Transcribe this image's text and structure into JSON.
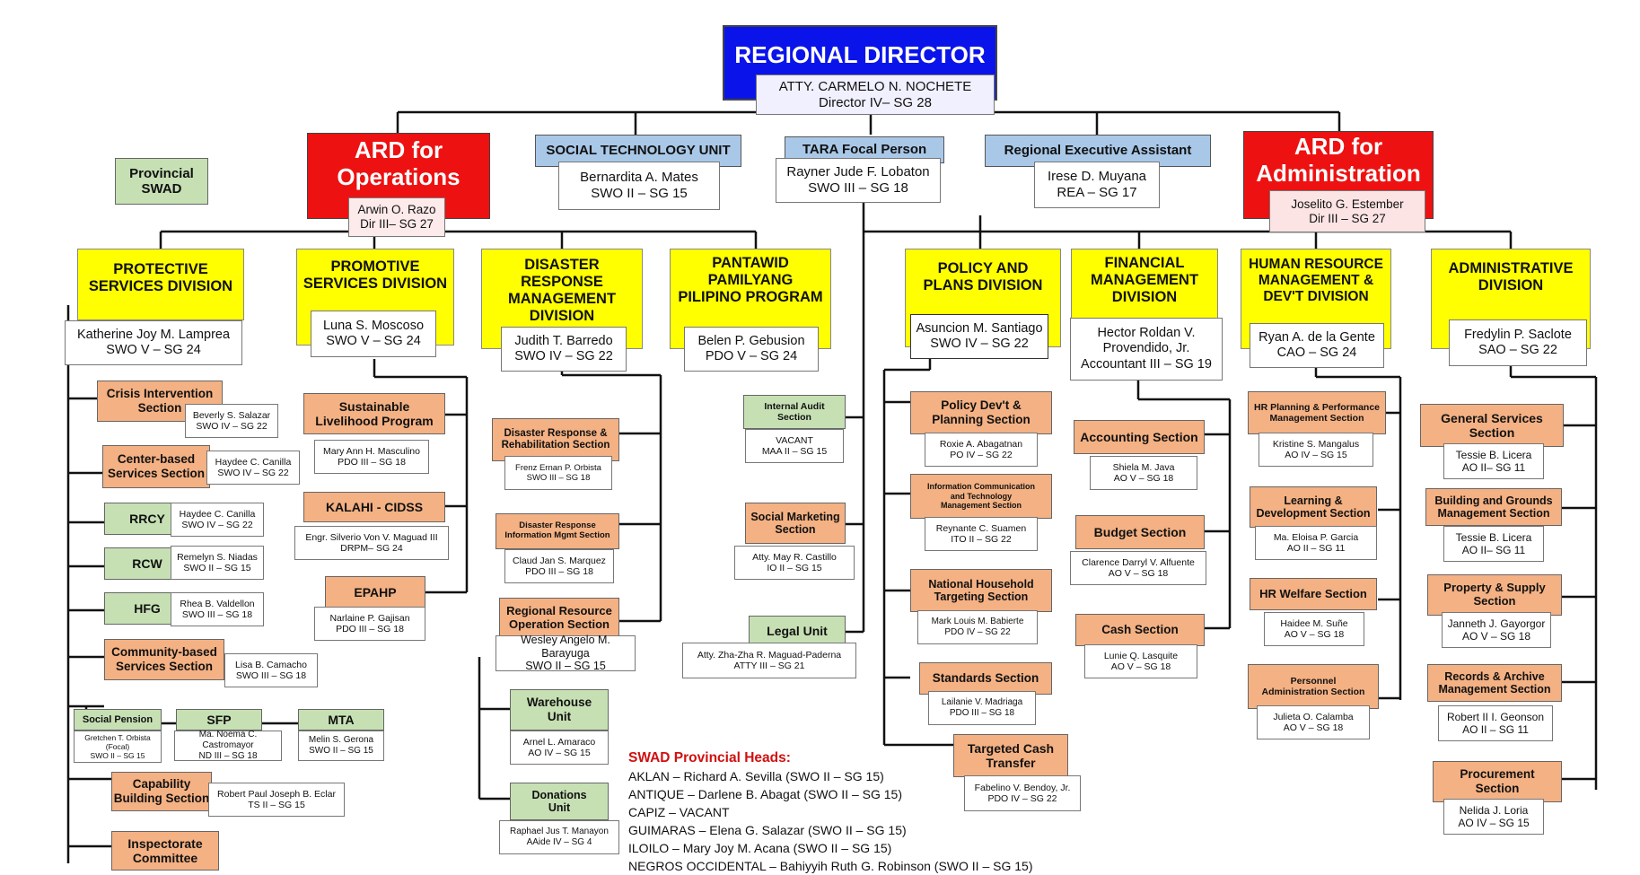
{
  "rd": {
    "title": "REGIONAL DIRECTOR",
    "name": "ATTY. CARMELO N. NOCHETE",
    "pos": "Director IV– SG 28"
  },
  "ard_ops": {
    "l1": "ARD for",
    "l2": "Operations",
    "name": "Arwin O. Razo",
    "pos": "Dir III– SG 27"
  },
  "ard_adm": {
    "l1": "ARD for",
    "l2": "Administration",
    "name": "Joselito G. Estember",
    "pos": "Dir III – SG 27"
  },
  "prov_swad": {
    "l1": "Provincial",
    "l2": "SWAD"
  },
  "stu": {
    "title": "SOCIAL TECHNOLOGY UNIT",
    "name": "Bernardita A. Mates",
    "pos": "SWO II – SG 15"
  },
  "tara": {
    "title": "TARA Focal Person",
    "name": "Rayner Jude F. Lobaton",
    "pos": "SWO III – SG 18"
  },
  "rea": {
    "title": "Regional Executive Assistant",
    "name": "Irese D. Muyana",
    "pos": "REA – SG 17"
  },
  "divisions": {
    "protective": {
      "l1": "PROTECTIVE",
      "l2": "SERVICES DIVISION",
      "name": "Katherine Joy M. Lamprea",
      "pos": "SWO V – SG 24"
    },
    "promotive": {
      "l1": "PROMOTIVE",
      "l2": "SERVICES DIVISION",
      "name": "Luna S. Moscoso",
      "pos": "SWO V – SG 24"
    },
    "drmd": {
      "l1": "DISASTER RESPONSE",
      "l2": "MANAGEMENT",
      "l3": "DIVISION",
      "name": "Judith T. Barredo",
      "pos": "SWO IV – SG 22"
    },
    "pantawid": {
      "l1": "PANTAWID",
      "l2": "PAMILYANG",
      "l3": "PILIPINO PROGRAM",
      "name": "Belen P. Gebusion",
      "pos": "PDO V – SG 24"
    },
    "policy": {
      "l1": "POLICY AND",
      "l2": "PLANS DIVISION",
      "name": "Asuncion M. Santiago",
      "pos": "SWO IV – SG 22"
    },
    "financial": {
      "l1": "FINANCIAL",
      "l2": "MANAGEMENT",
      "l3": "DIVISION",
      "name1": "Hector Roldan V.",
      "name2": "Provendido, Jr.",
      "pos": "Accountant III – SG 19"
    },
    "hrmdd": {
      "l1": "HUMAN RESOURCE",
      "l2": "MANAGEMENT &",
      "l3": "DEV'T DIVISION",
      "name": "Ryan A. de la Gente",
      "pos": "CAO – SG 24"
    },
    "admin": {
      "l1": "ADMINISTRATIVE",
      "l2": "DIVISION",
      "name": "Fredylin P. Saclote",
      "pos": "SAO – SG 22"
    }
  },
  "protective_units": {
    "cis": {
      "l1": "Crisis  Intervention",
      "l2": "Section",
      "name": "Beverly S. Salazar",
      "pos": "SWO IV – SG 22"
    },
    "cbs": {
      "l1": "Center-based",
      "l2": "Services Section",
      "name": "Haydee C. Canilla",
      "pos": "SWO IV – SG 22"
    },
    "rrcy": {
      "label": "RRCY",
      "name": "Haydee C. Canilla",
      "pos": "SWO IV – SG 22"
    },
    "rcw": {
      "label": "RCW",
      "name": "Remelyn S. Niadas",
      "pos": "SWO II – SG 15"
    },
    "hfg": {
      "label": "HFG",
      "name": "Rhea B. Valdellon",
      "pos": "SWO III – SG 18"
    },
    "cbss": {
      "l1": "Community-based",
      "l2": "Services Section",
      "name": "Lisa B. Camacho",
      "pos": "SWO III – SG 18"
    },
    "sp": {
      "label": "Social Pension",
      "name": "Gretchen T. Orbista",
      "note": "(Focal)",
      "pos": "SWO II – SG 15"
    },
    "sfp": {
      "label": "SFP",
      "name": "Ma. Noema C. Castromayor",
      "pos": "ND III – SG 18"
    },
    "mta": {
      "label": "MTA",
      "name": "Melin S. Gerona",
      "pos": "SWO II – SG 15"
    },
    "cap": {
      "l1": "Capability",
      "l2": "Building Section",
      "name": "Robert Paul Joseph B. Eclar",
      "pos": "TS II – SG 15"
    },
    "insp": {
      "l1": "Inspectorate",
      "l2": "Committee"
    }
  },
  "promotive_units": {
    "slp": {
      "l1": "Sustainable",
      "l2": "Livelihood Program",
      "name": "Mary Ann H. Masculino",
      "pos": "PDO III – SG 18"
    },
    "kalahi": {
      "label": "KALAHI - CIDSS",
      "name": "Engr. Silverio Von V. Maguad III",
      "pos": "DRPM– SG 24"
    },
    "epahp": {
      "label": "EPAHP",
      "name": "Narlaine P. Gajisan",
      "pos": "PDO III – SG 18"
    }
  },
  "drmd_units": {
    "drrs": {
      "l1": "Disaster Response &",
      "l2": "Rehabilitation Section",
      "name": "Frenz Ernan P. Orbista",
      "pos": "SWO III – SG 18"
    },
    "drims": {
      "l1": "Disaster Response",
      "l2": "Information Mgmt Section",
      "name": "Claud Jan S. Marquez",
      "pos": "PDO III – SG 18"
    },
    "rros": {
      "l1": "Regional Resource",
      "l2": "Operation Section",
      "name": "Wesley Angelo M. Barayuga",
      "pos": "SWO II – SG 15"
    },
    "wh": {
      "l1": "Warehouse",
      "l2": "Unit",
      "name": "Arnel L. Amaraco",
      "pos": "AO IV – SG 15"
    },
    "don": {
      "l1": "Donations",
      "l2": "Unit",
      "name": "Raphael Jus T. Manayon",
      "pos": "AAide IV – SG 4"
    }
  },
  "rd_units": {
    "iau": {
      "l1": "Internal Audit",
      "l2": "Section",
      "name": "VACANT",
      "pos": "MAA II – SG 15"
    },
    "sms": {
      "l1": "Social Marketing",
      "l2": "Section",
      "name": "Atty. May R. Castillo",
      "pos": "IO II – SG 15"
    },
    "legal": {
      "label": "Legal Unit",
      "name": "Atty. Zha-Zha R. Maguad-Paderna",
      "pos": "ATTY III – SG 21"
    }
  },
  "policy_units": {
    "pdps": {
      "l1": "Policy Dev't &",
      "l2": "Planning Section",
      "name": "Roxie A. Abagatnan",
      "pos": "PO IV – SG 22"
    },
    "ictms": {
      "l1": "Information Communication",
      "l2": "and Technology",
      "l3": "Management Section",
      "name": "Reynante C. Suamen",
      "pos": "ITO II – SG 22"
    },
    "nhts": {
      "l1": "National Household",
      "l2": "Targeting Section",
      "name": "Mark Louis M. Babierte",
      "pos": "PDO IV – SG 22"
    },
    "std": {
      "label": "Standards Section",
      "name": "Lailanie V. Madriaga",
      "pos": "PDO III – SG 18"
    },
    "tct": {
      "l1": "Targeted Cash",
      "l2": "Transfer",
      "name": "Fabelino V. Bendoy, Jr.",
      "pos": "PDO IV – SG 22"
    }
  },
  "financial_units": {
    "acct": {
      "label": "Accounting Section",
      "name": "Shiela M. Java",
      "pos": "AO V – SG 18"
    },
    "budget": {
      "label": "Budget Section",
      "name": "Clarence Darryl V. Alfuente",
      "pos": "AO V – SG 18"
    },
    "cash": {
      "label": "Cash Section",
      "name": "Lunie Q. Lasquite",
      "pos": "AO V – SG 18"
    }
  },
  "hr_units": {
    "hrpm": {
      "l1": "HR Planning & Performance",
      "l2": "Management Section",
      "name": "Kristine S. Mangalus",
      "pos": "AO IV – SG 15"
    },
    "lds": {
      "l1": "Learning &",
      "l2": "Development Section",
      "name": "Ma. Eloisa P. Garcia",
      "pos": "AO II – SG 11"
    },
    "hrw": {
      "label": "HR Welfare Section",
      "name": "Haidee M. Suñe",
      "pos": "AO V – SG 18"
    },
    "pas": {
      "l1": "Personnel",
      "l2": "Administration Section",
      "name": "Julieta O. Calamba",
      "pos": "AO V – SG 18"
    }
  },
  "admin_units": {
    "gss": {
      "l1": "General Services",
      "l2": "Section",
      "name": "Tessie B. Licera",
      "pos": "AO II– SG 11"
    },
    "bgms": {
      "l1": "Building and Grounds",
      "l2": "Management Section",
      "name": "Tessie B. Licera",
      "pos": "AO II– SG 11"
    },
    "pss": {
      "l1": "Property & Supply",
      "l2": "Section",
      "name": "Janneth J. Gayorgor",
      "pos": "AO V – SG 18"
    },
    "rams": {
      "l1": "Records & Archive",
      "l2": "Management Section",
      "name": "Robert II I. Geonson",
      "pos": "AO II – SG 11"
    },
    "proc": {
      "l1": "Procurement",
      "l2": "Section",
      "name": "Nelida J. Loria",
      "pos": "AO IV – SG 15"
    }
  },
  "swad_heads": {
    "title": "SWAD Provincial Heads:",
    "lines": [
      "AKLAN – Richard A. Sevilla (SWO II – SG 15)",
      "ANTIQUE – Darlene B. Abagat (SWO II – SG 15)",
      "CAPIZ – VACANT",
      "GUIMARAS – Elena G. Salazar (SWO II – SG 15)",
      "ILOILO – Mary Joy M. Acana (SWO II – SG 15)",
      "NEGROS OCCIDENTAL – Bahiyyih Ruth G. Robinson (SWO II – SG 15)"
    ]
  },
  "colors": {
    "director": "#0a14ea",
    "ard": "#ee1111",
    "division": "#ffff00",
    "section": "#f4b183",
    "unit": "#c6e0b4",
    "staff": "#a9c8e8",
    "heads_title": "#d01010"
  }
}
